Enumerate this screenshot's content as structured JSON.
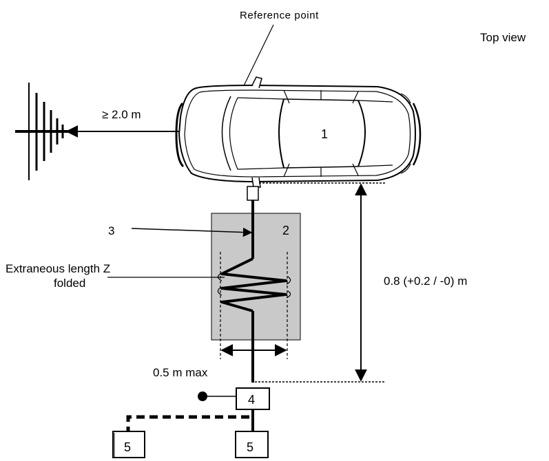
{
  "labels": {
    "reference_point": "Reference point",
    "top_view": "Top view",
    "distance": "≥ 2.0 m",
    "vehicle": "1",
    "box": "2",
    "harness": "3",
    "extraneous_line1": "Extraneous length Z",
    "extraneous_line2": "folded",
    "height": "0.8 (+0.2 / -0) m",
    "width": "0.5 m max",
    "lisn": "4",
    "equipment_a": "5",
    "equipment_b": "5"
  },
  "colors": {
    "line": "#000000",
    "support_fill": "#c9c9c9",
    "background": "#ffffff"
  },
  "icons": {
    "antenna": "antenna-icon",
    "car": "car-top-view-icon",
    "ground": "ground-point-icon"
  }
}
